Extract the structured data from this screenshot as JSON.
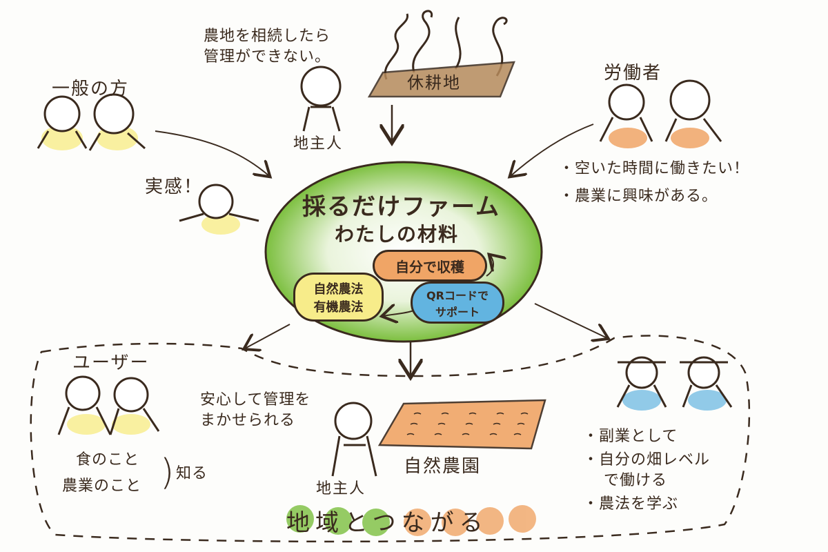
{
  "colors": {
    "ink": "#3a2a1e",
    "green": "#7cbf3f",
    "orange": "#f0a566",
    "yellow": "#f7ec8a",
    "blue": "#62b4e0",
    "brown": "#b58a5c"
  },
  "center": {
    "title": "採るだけファーム",
    "subtitle": "わたしの材料",
    "harvest": "自分で収穫",
    "farming_line1": "自然農法",
    "farming_line2": "有機農法",
    "qr_line1": "QRコードで",
    "qr_line2": "サポート"
  },
  "top": {
    "landowner_note_line1": "農地を相続したら",
    "landowner_note_line2": "管理ができない。",
    "fallow_land": "休耕地",
    "landowner_label": "地主人"
  },
  "left": {
    "general_public": "一般の方",
    "realize": "実感！"
  },
  "right": {
    "workers": "労働者",
    "bullet1": "・空いた時間に働きたい！",
    "bullet2": "・農業に興味がある。"
  },
  "bottom": {
    "users_label": "ユーザー",
    "know_item1": "食のこと",
    "know_item2": "農業のこと",
    "know_verb": "知る",
    "landowner_note_line1": "安心して管理を",
    "landowner_note_line2": "まかせられる",
    "landowner_label": "地主人",
    "natural_farm": "自然農園",
    "community": "地域とつながる",
    "worker_bullet1": "・副業として",
    "worker_bullet2_line1": "・自分の畑レベル",
    "worker_bullet2_line2": "で働ける",
    "worker_bullet3": "・農法を学ぶ"
  }
}
